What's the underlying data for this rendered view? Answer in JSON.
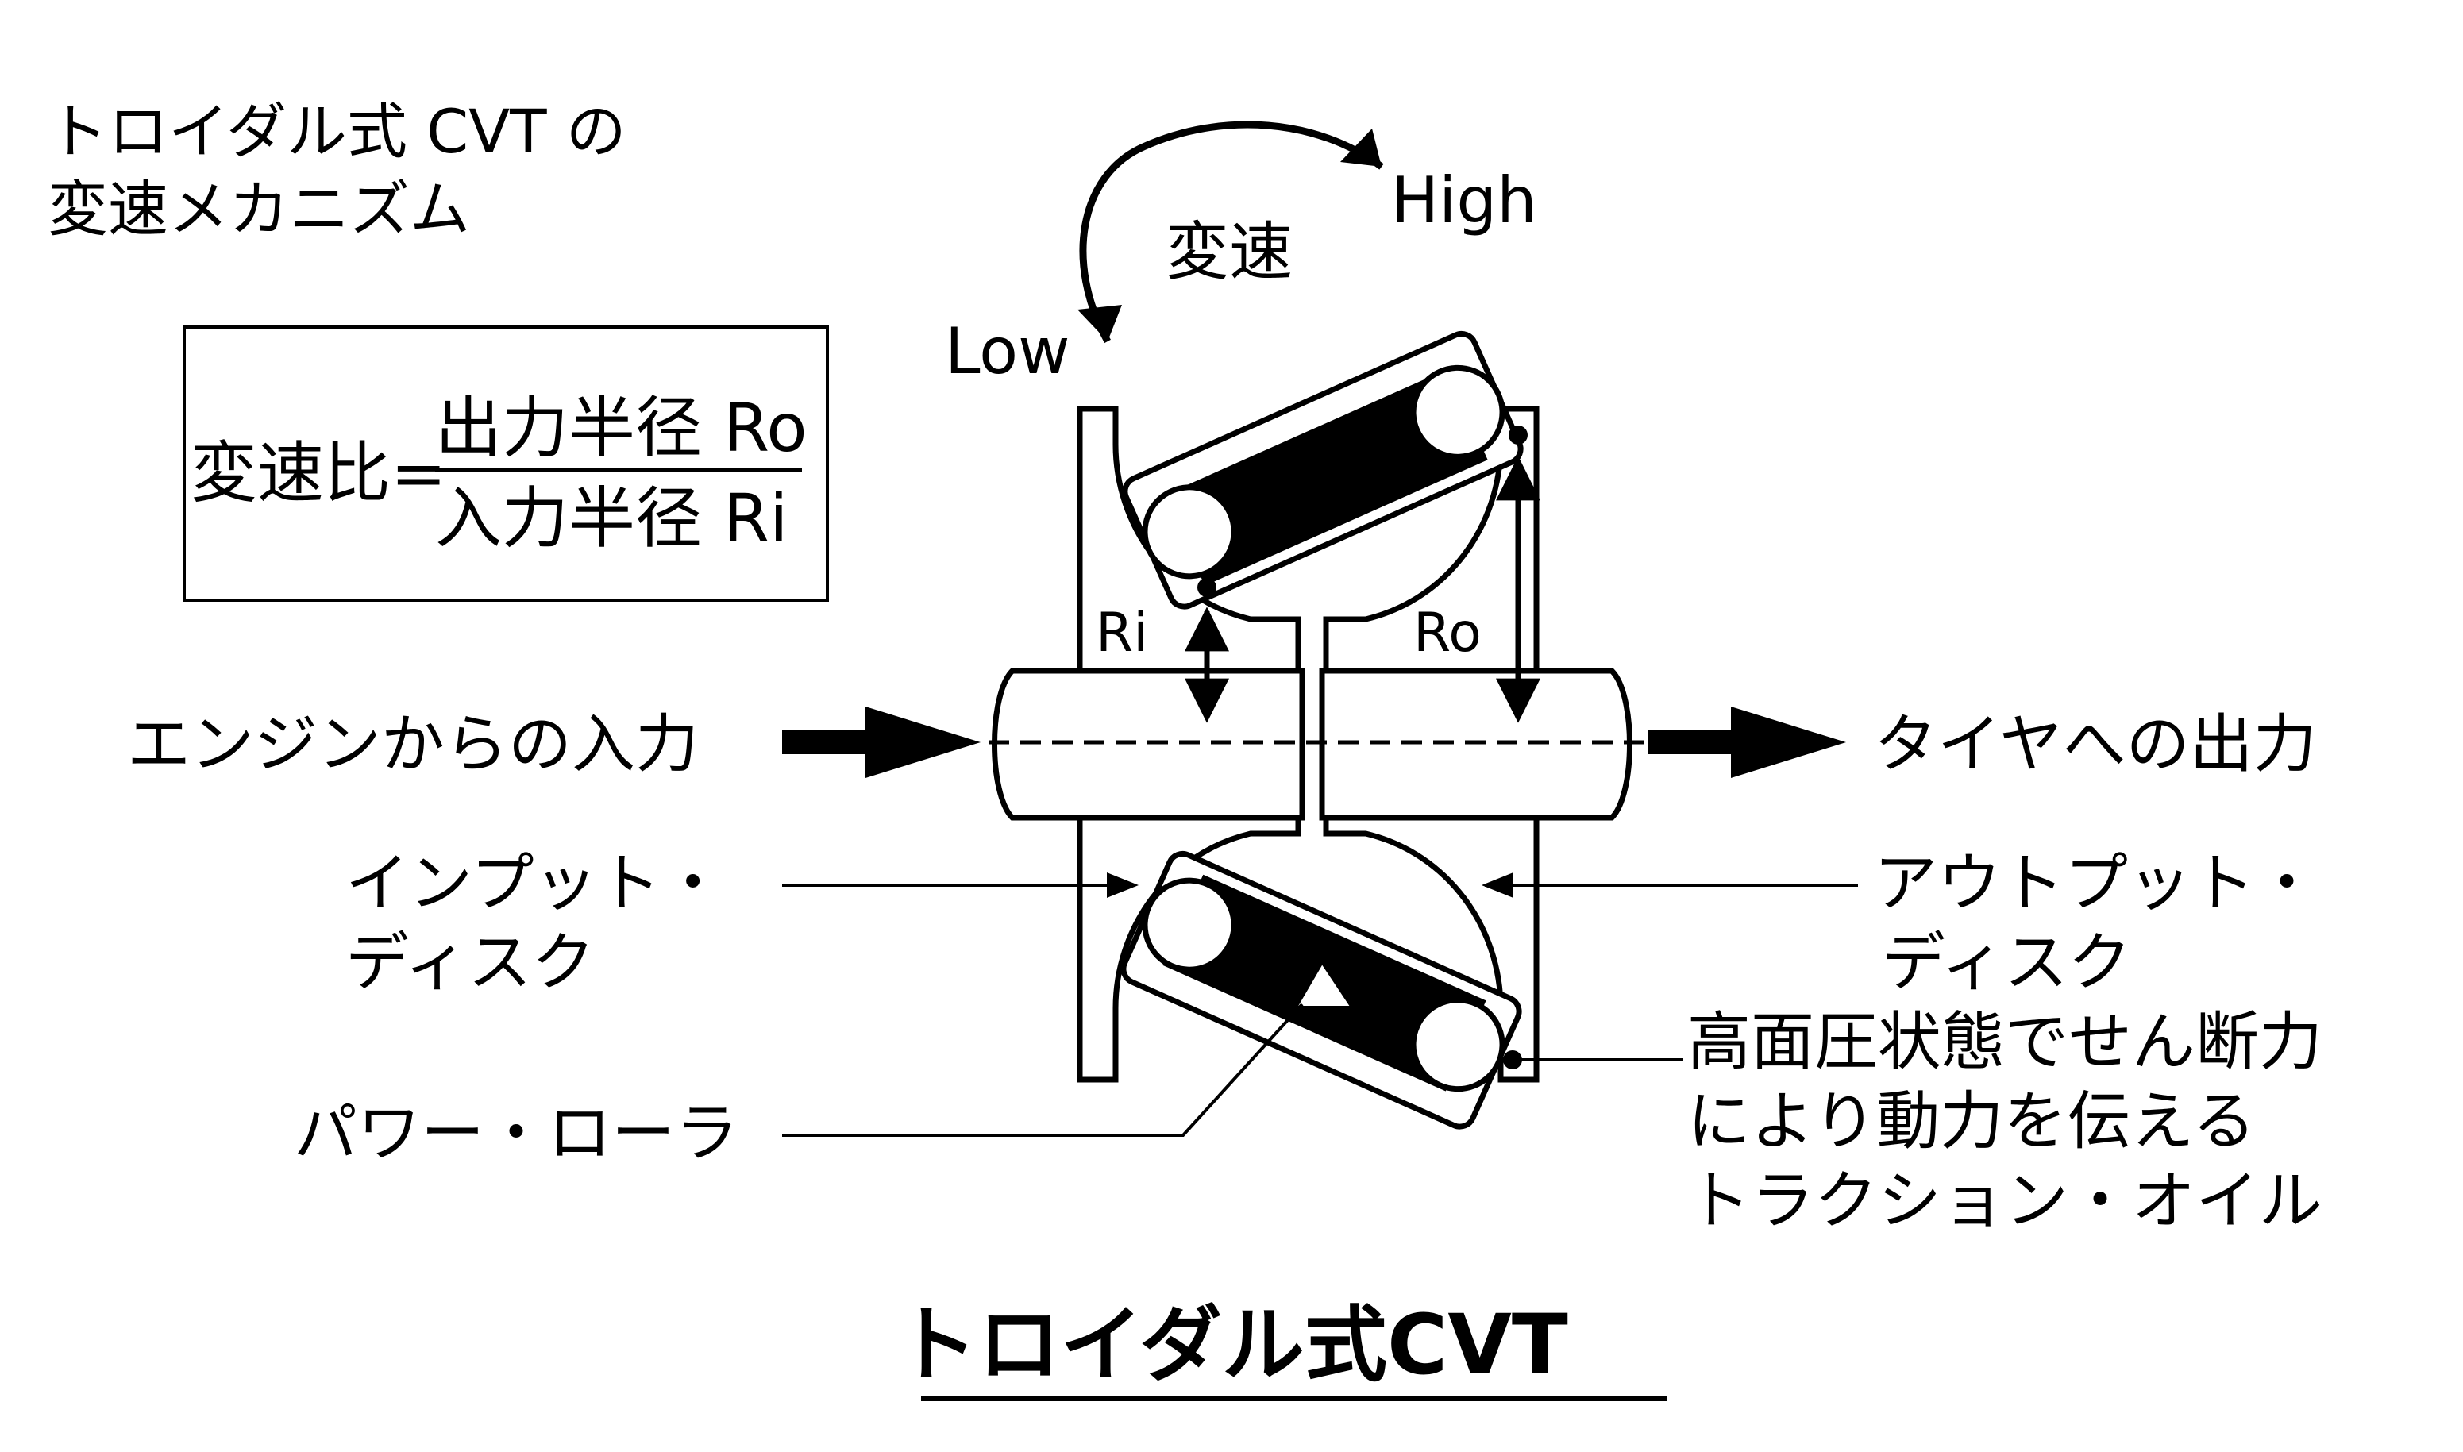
{
  "heading": {
    "line1": "トロイダル式 CVT の",
    "line2": "変速メカニズム"
  },
  "formula": {
    "lhs": "変速比=",
    "numerator": "出力半径 Ro",
    "denominator": "入力半径 Ri"
  },
  "shift": {
    "center": "変速",
    "low": "Low",
    "high": "High"
  },
  "labels": {
    "ri": "Ri",
    "ro": "Ro",
    "input": "エンジンからの入力",
    "output": "タイヤへの出力",
    "input_disc_line1": "インプット・",
    "input_disc_line2": "ディスク",
    "output_disc_line1": "アウトプット・",
    "output_disc_line2": "ディスク",
    "oil_line1": "高面圧状態でせん断力",
    "oil_line2": "により動力を伝える",
    "oil_line3": "トラクション・オイル",
    "power_roller": "パワー・ローラ"
  },
  "title": "トロイダル式CVT",
  "colors": {
    "ink": "#000000",
    "paper": "#ffffff"
  }
}
